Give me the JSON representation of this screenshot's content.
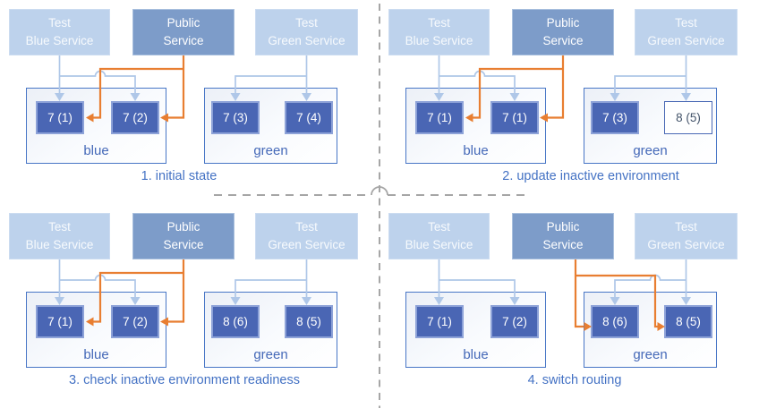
{
  "service_labels": [
    {
      "line1": "Test",
      "line2": "Blue Service"
    },
    {
      "line1": "Public",
      "line2": "Service"
    },
    {
      "line1": "Test",
      "line2": "Green Service"
    }
  ],
  "panels": [
    {
      "title": "1. initial state",
      "public_routes_to": "blue",
      "environments": [
        {
          "label": "blue",
          "pods": [
            {
              "label": "7 (1)"
            },
            {
              "label": "7 (2)"
            }
          ]
        },
        {
          "label": "green",
          "pods": [
            {
              "label": "7 (3)"
            },
            {
              "label": "7 (4)"
            }
          ]
        }
      ]
    },
    {
      "title": "2. update inactive environment",
      "public_routes_to": "blue",
      "environments": [
        {
          "label": "blue",
          "pods": [
            {
              "label": "7 (1)"
            },
            {
              "label": "7 (1)"
            }
          ]
        },
        {
          "label": "green",
          "pods": [
            {
              "label": "7 (3)"
            },
            {
              "label": "8 (5)",
              "updating": true
            }
          ]
        }
      ]
    },
    {
      "title": "3. check inactive environment readiness",
      "public_routes_to": "blue",
      "environments": [
        {
          "label": "blue",
          "pods": [
            {
              "label": "7 (1)"
            },
            {
              "label": "7 (2)"
            }
          ]
        },
        {
          "label": "green",
          "pods": [
            {
              "label": "8 (6)"
            },
            {
              "label": "8 (5)"
            }
          ]
        }
      ]
    },
    {
      "title": "4. switch routing",
      "public_routes_to": "green",
      "environments": [
        {
          "label": "blue",
          "pods": [
            {
              "label": "7 (1)"
            },
            {
              "label": "7 (2)"
            }
          ]
        },
        {
          "label": "green",
          "pods": [
            {
              "label": "8 (6)"
            },
            {
              "label": "8 (5)"
            }
          ]
        }
      ]
    }
  ],
  "colors": {
    "accent_orange": "#E87E31",
    "connector_blue": "#AFC7E8",
    "pod_fill": "#4A66B4",
    "service_public_fill": "#7D9CC9",
    "service_test_fill": "#BDD2EC",
    "env_border": "#4876C6",
    "title_text": "#4472C4",
    "divider_gray": "#A6A6A6"
  }
}
